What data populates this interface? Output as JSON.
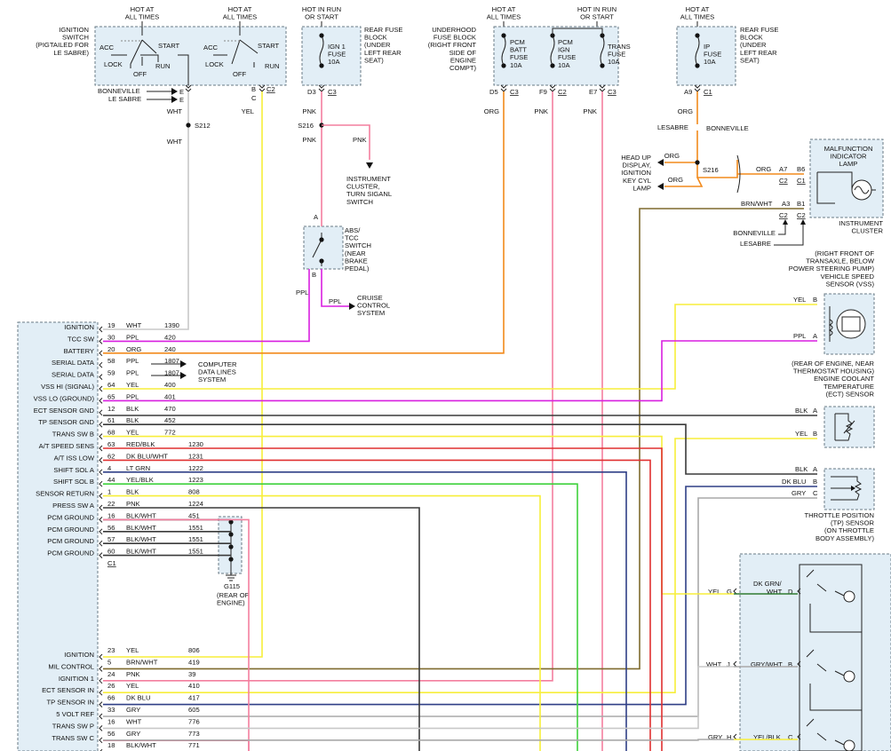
{
  "top_labels": {
    "hot_all_1": [
      "HOT AT",
      "ALL TIMES"
    ],
    "hot_all_2": [
      "HOT AT",
      "ALL TIMES"
    ],
    "hot_run_1": [
      "HOT IN RUN",
      "OR START"
    ],
    "hot_all_3": [
      "HOT AT",
      "ALL TIMES"
    ],
    "hot_run_2": [
      "HOT IN RUN",
      "OR START"
    ],
    "hot_all_4": [
      "HOT AT",
      "ALL TIMES"
    ]
  },
  "ignition_switch": {
    "desc": [
      "IGNITION",
      "SWITCH",
      "(PIGTAILED FOR",
      "LE SABRE)"
    ],
    "acc": "ACC",
    "start": "START",
    "lock": "LOCK",
    "run": "RUN",
    "off": "OFF",
    "bonneville": "BONNEVILLE",
    "lesabre": "LE SABRE",
    "pin_e1": "E",
    "pin_e2": "E",
    "pin_b": "B",
    "pin_c": "C",
    "conn_c2": "C2",
    "wht": "WHT",
    "yel": "YEL",
    "splice": "S212",
    "wht2": "WHT"
  },
  "rear_fuse": {
    "fuse": [
      "IGN 1",
      "FUSE",
      "10A"
    ],
    "desc": [
      "REAR FUSE",
      "BLOCK",
      "(UNDER",
      "LEFT REAR",
      "SEAT)"
    ],
    "pin": "D3",
    "conn": "C3",
    "pnk": "PNK",
    "splice": "S216",
    "pnk2": "PNK",
    "pnk3": "PNK",
    "dest": [
      "INSTRUMENT",
      "CLUSTER,",
      "TURN SIGANL",
      "SWITCH"
    ]
  },
  "abs_switch": {
    "desc": [
      "ABS/",
      "TCC",
      "SWITCH",
      "(NEAR",
      "BRAKE",
      "PEDAL)"
    ],
    "pin_a": "A",
    "pin_b": "B",
    "ppl": "PPL",
    "ppl2": "PPL",
    "dest": [
      "CRUISE",
      "CONTROL",
      "SYSTEM"
    ]
  },
  "underhood": {
    "desc": [
      "UNDERHOOD",
      "FUSE BLOCK",
      "(RIGHT FRONT",
      "SIDE OF",
      "ENGINE",
      "COMPT)"
    ],
    "fuse1": [
      "PCM",
      "BATT",
      "FUSE",
      "10A"
    ],
    "fuse2": [
      "PCM",
      "IGN",
      "FUSE",
      "10A"
    ],
    "fuse3": [
      "TRANS",
      "FUSE",
      "10A"
    ],
    "pin1": "D5",
    "conn1": "C3",
    "pin2": "F9",
    "conn2": "C2",
    "pin3": "E7",
    "conn3": "C3",
    "c1": "ORG",
    "c2": "PNK",
    "c3": "PNK"
  },
  "ip_fuse": {
    "fuse": [
      "IP",
      "FUSE",
      "10A"
    ],
    "desc": [
      "REAR FUSE",
      "BLOCK",
      "(UNDER",
      "LEFT REAR",
      "SEAT)"
    ],
    "pin": "A9",
    "conn": "C1",
    "org": "ORG",
    "lesabre": "LESABRE",
    "bonneville": "BONNEVILLE",
    "splice": "S216",
    "org2": "ORG",
    "org3": "ORG",
    "dest": [
      "HEAD UP",
      "DISPLAY,",
      "IGNITION",
      "KEY CYL",
      "LAMP"
    ]
  },
  "mil": {
    "desc": [
      "MALFUNCTION",
      "INDICATOR",
      "LAMP"
    ],
    "org": "ORG",
    "a7": "A7",
    "b6": "B6",
    "c2a": "C2",
    "c1": "C1",
    "brnwht": "BRN/WHT",
    "a3": "A3",
    "b1": "B1",
    "c2b": "C2",
    "c2c": "C2",
    "bonneville": "BONNEVILLE",
    "lesabre": "LESABRE",
    "cluster": [
      "INSTRUMENT",
      "CLUSTER"
    ]
  },
  "vss": {
    "desc": [
      "(RIGHT FRONT OF",
      "TRANSAXLE, BELOW",
      "POWER STEERING PUMP)",
      "VEHICLE SPEED",
      "SENSOR (VSS)"
    ],
    "yel": "YEL",
    "pin_b": "B",
    "ppl": "PPL",
    "pin_a": "A"
  },
  "ect": {
    "desc": [
      "(REAR OF ENGINE, NEAR",
      "THERMOSTAT HOUSING)",
      "ENGINE COOLANT",
      "TEMPERATURE",
      "(ECT) SENSOR"
    ],
    "blk": "BLK",
    "pin_a": "A",
    "yel": "YEL",
    "pin_b": "B"
  },
  "tps": {
    "blk": "BLK",
    "pin_a": "A",
    "dkblu": "DK BLU",
    "pin_b": "B",
    "gry": "GRY",
    "pin_c": "C",
    "desc": [
      "THROTTLE POSITION",
      "(TP) SENSOR",
      "(ON THROTTLE",
      "BODY ASSEMBLY)"
    ]
  },
  "range_switch": {
    "dkgrn": "DK GRN/",
    "wht": "WHT",
    "pin_d": "D",
    "yel": "YEL",
    "pin_g": "G",
    "grywht": "GRY/WHT",
    "pin_b": "B",
    "wht2": "WHT",
    "pin_j": "J",
    "gry": "GRY",
    "pin_h": "H",
    "yelblk": "YEL/BLK",
    "pin_c": "C"
  },
  "pcm_top": [
    {
      "label": "IGNITION",
      "pin": "19",
      "color": "WHT",
      "circuit": "1390"
    },
    {
      "label": "TCC SW",
      "pin": "30",
      "color": "PPL",
      "circuit": "420"
    },
    {
      "label": "BATTERY",
      "pin": "20",
      "color": "ORG",
      "circuit": "240"
    },
    {
      "label": "SERIAL DATA",
      "pin": "58",
      "color": "PPL",
      "circuit": "1807"
    },
    {
      "label": "SERIAL DATA",
      "pin": "59",
      "color": "PPL",
      "circuit": "1807"
    },
    {
      "label": "VSS HI (SIGNAL)",
      "pin": "64",
      "color": "YEL",
      "circuit": "400"
    },
    {
      "label": "VSS LO (GROUND)",
      "pin": "65",
      "color": "PPL",
      "circuit": "401"
    },
    {
      "label": "ECT SENSOR GND",
      "pin": "12",
      "color": "BLK",
      "circuit": "470"
    },
    {
      "label": "TP SENSOR GND",
      "pin": "61",
      "color": "BLK",
      "circuit": "452"
    },
    {
      "label": "TRANS SW B",
      "pin": "68",
      "color": "YEL",
      "circuit": "772"
    },
    {
      "label": "A/T SPEED SENS",
      "pin": "63",
      "color": "RED/BLK",
      "circuit": "1230"
    },
    {
      "label": "A/T ISS LOW",
      "pin": "62",
      "color": "DK BLU/WHT",
      "circuit": "1231"
    },
    {
      "label": "SHIFT SOL A",
      "pin": "4",
      "color": "LT GRN",
      "circuit": "1222"
    },
    {
      "label": "SHIFT SOL B",
      "pin": "44",
      "color": "YEL/BLK",
      "circuit": "1223"
    },
    {
      "label": "SENSOR RETURN",
      "pin": "1",
      "color": "BLK",
      "circuit": "808"
    },
    {
      "label": "PRESS SW A",
      "pin": "22",
      "color": "PNK",
      "circuit": "1224"
    },
    {
      "label": "PCM GROUND",
      "pin": "16",
      "color": "BLK/WHT",
      "circuit": "451"
    },
    {
      "label": "PCM GROUND",
      "pin": "56",
      "color": "BLK/WHT",
      "circuit": "1551"
    },
    {
      "label": "PCM GROUND",
      "pin": "57",
      "color": "BLK/WHT",
      "circuit": "1551"
    },
    {
      "label": "",
      "pin": "60",
      "color": "BLK/WHT",
      "circuit": "1551"
    }
  ],
  "pcm_c1": "C1",
  "pcm_bottom": [
    {
      "label": "IGNITION",
      "pin": "23",
      "color": "YEL",
      "circuit": "806"
    },
    {
      "label": "MIL CONTROL",
      "pin": "5",
      "color": "BRN/WHT",
      "circuit": "419"
    },
    {
      "label": "IGNITION 1",
      "pin": "24",
      "color": "PNK",
      "circuit": "39"
    },
    {
      "label": "ECT SENSOR IN",
      "pin": "26",
      "color": "YEL",
      "circuit": "410"
    },
    {
      "label": "TP SENSOR IN",
      "pin": "66",
      "color": "DK BLU",
      "circuit": "417"
    },
    {
      "label": "5 VOLT REF",
      "pin": "33",
      "color": "GRY",
      "circuit": "605"
    },
    {
      "label": "TRANS SW P",
      "pin": "16",
      "color": "WHT",
      "circuit": "776"
    },
    {
      "label": "TRANS SW C",
      "pin": "56",
      "color": "GRY",
      "circuit": "773"
    },
    {
      "label": "",
      "pin": "18",
      "color": "BLK/WHT",
      "circuit": "771"
    }
  ],
  "pcm_ground_label": "PCM GROUND",
  "data_lines": [
    "COMPUTER",
    "DATA LINES",
    "SYSTEM"
  ],
  "ground": {
    "id": "G115",
    "desc": [
      "(REAR OF",
      "ENGINE)"
    ]
  },
  "wire_colors": {
    "org": "#f28a1c",
    "pnk": "#f37f9e",
    "ppl": "#d81fe0",
    "yel": "#f7ee3a",
    "wht": "#c8c8c8",
    "blk": "#3a3a3a",
    "red": "#e03030",
    "blu": "#2f3f86",
    "grn": "#3fd13c",
    "brn": "#7f6a2e",
    "gry": "#a9a9a9",
    "dkgrn": "#2f7a30"
  }
}
